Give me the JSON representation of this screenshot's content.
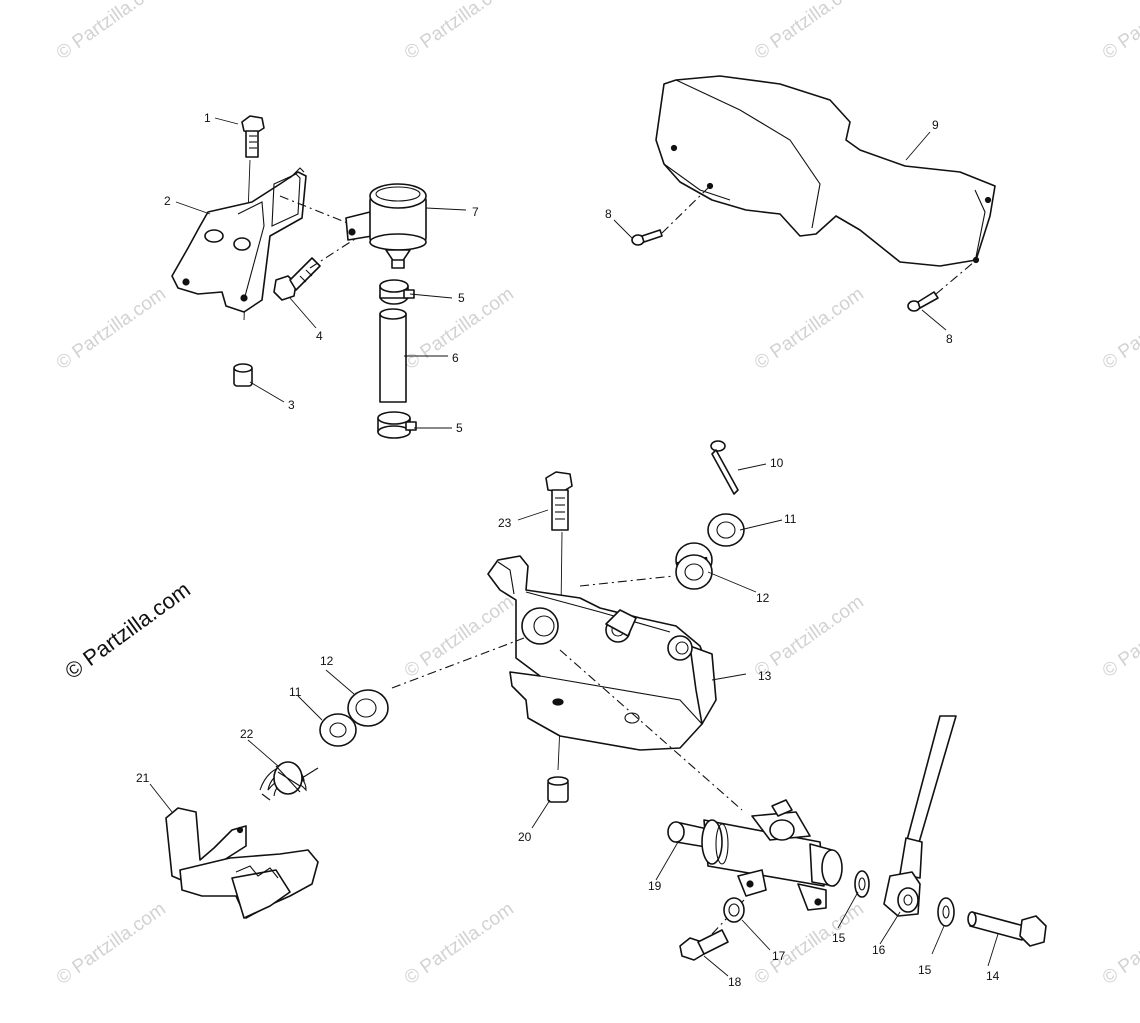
{
  "watermark": {
    "text": "© Partzilla.com",
    "repeat_text": "© Partzilla.com"
  },
  "callouts": [
    "1",
    "2",
    "3",
    "4",
    "5",
    "5",
    "6",
    "7",
    "8",
    "8",
    "9",
    "10",
    "11",
    "11",
    "12",
    "12",
    "13",
    "14",
    "15",
    "15",
    "16",
    "17",
    "18",
    "19",
    "20",
    "21",
    "22",
    "23"
  ]
}
